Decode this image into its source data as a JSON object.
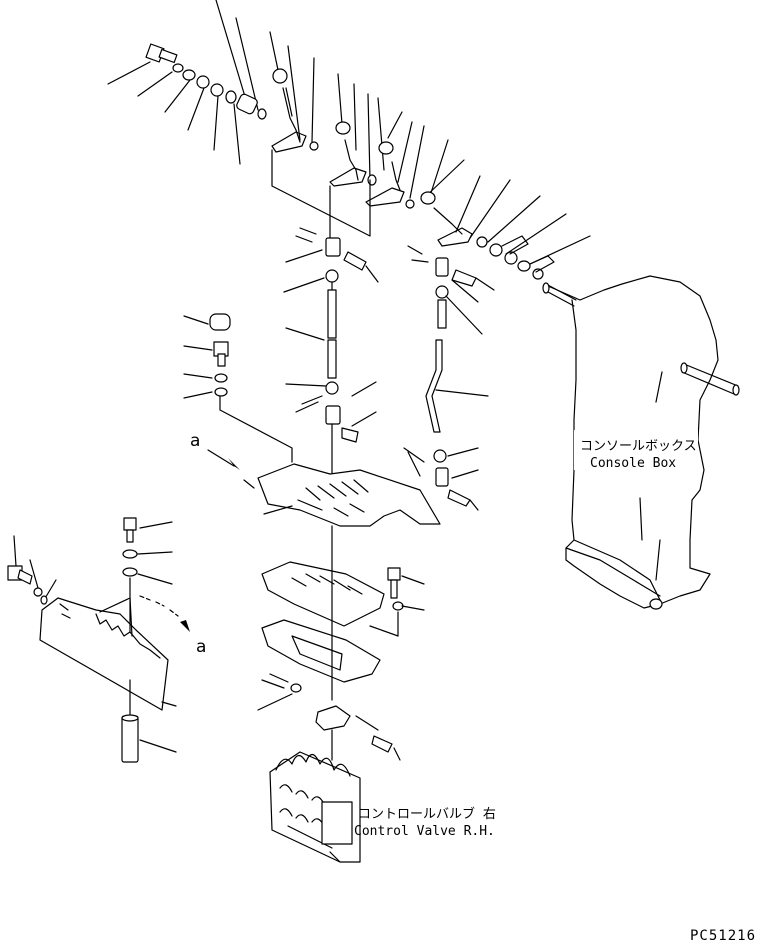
{
  "labels": {
    "console_box_jp": "コンソールボックス",
    "console_box_en": "Console Box",
    "control_valve_jp": "コントロールバルブ 右",
    "control_valve_en": "Control Valve R.H.",
    "ref_a_top": "a",
    "ref_a_bottom": "a",
    "drawing_code": "PC51216"
  }
}
